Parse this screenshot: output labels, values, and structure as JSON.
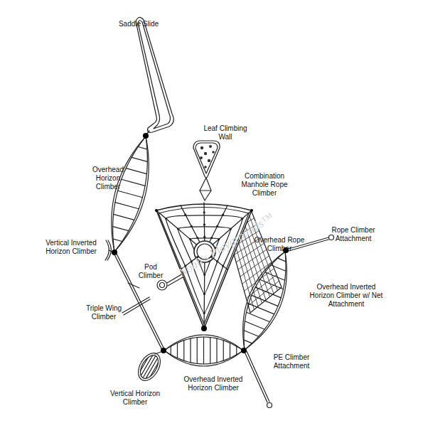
{
  "diagram": {
    "labels": [
      "Saddle Slide",
      "Leaf Climbing Wall",
      "Overhead Horizon Climber",
      "Combination Manhole Rope Climber",
      "Rope Climber Attachment",
      "Overhead Rope Climber",
      "Vertical Inverted Horizon Climber",
      "Pod Climber",
      "Overhead Inverted Horizon Climber w/ Net Attachment",
      "Triple Wing Climber",
      "PE Climber Attachment",
      "Overhead Inverted Horizon Climber",
      "Vertical Horizon Climber",
      "Noah's Playgrounds™"
    ]
  }
}
